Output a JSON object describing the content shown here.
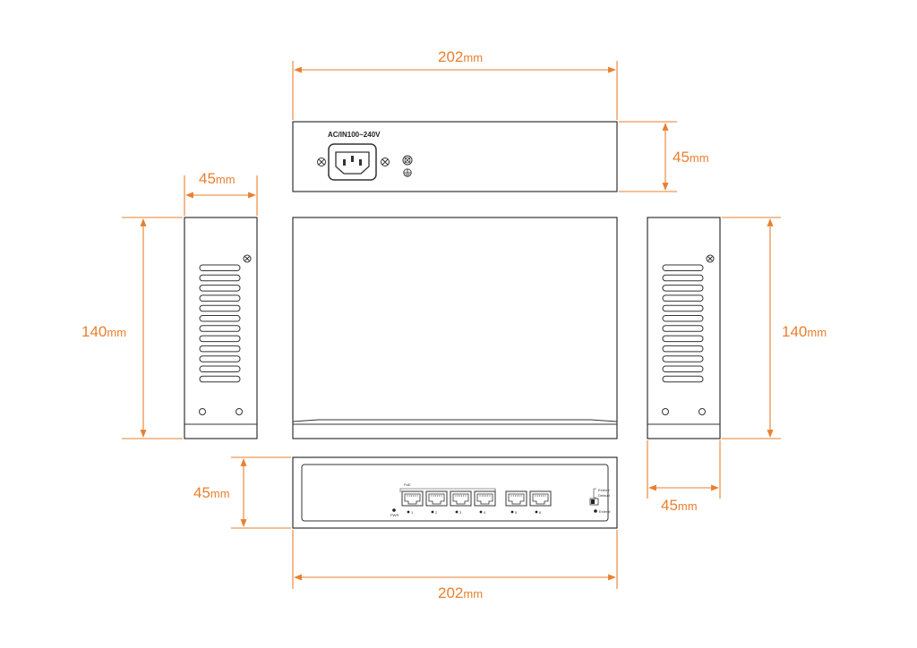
{
  "colors": {
    "dimension": "#EA7F2E",
    "outline": "#333333",
    "slot_fill": "#FFFFFF",
    "body_fill": "#FFFFFF"
  },
  "dimensions": {
    "top_width": {
      "value": "202",
      "unit": "mm"
    },
    "bottom_width": {
      "value": "202",
      "unit": "mm"
    },
    "rear_height": {
      "value": "45",
      "unit": "mm"
    },
    "left_side_width": {
      "value": "45",
      "unit": "mm"
    },
    "left_side_height": {
      "value": "140",
      "unit": "mm"
    },
    "right_side_height": {
      "value": "140",
      "unit": "mm"
    },
    "front_height": {
      "value": "45",
      "unit": "mm"
    },
    "right_side_width": {
      "value": "45",
      "unit": "mm"
    }
  },
  "rear_panel": {
    "power_label": "AC/IN100~240V",
    "icons": [
      "screw-icon",
      "power-inlet-icon",
      "screw-icon",
      "ground-screw-icon",
      "ground-symbol-icon"
    ]
  },
  "front_panel": {
    "poe_label": "PoE",
    "port_labels": [
      "1",
      "2",
      "3",
      "4",
      "5",
      "6"
    ],
    "power_led_label": "PWR",
    "switch_labels": [
      "Extend",
      "Default"
    ],
    "extend_led_label": "Extend"
  },
  "side_panel": {
    "vent_count": 12
  }
}
